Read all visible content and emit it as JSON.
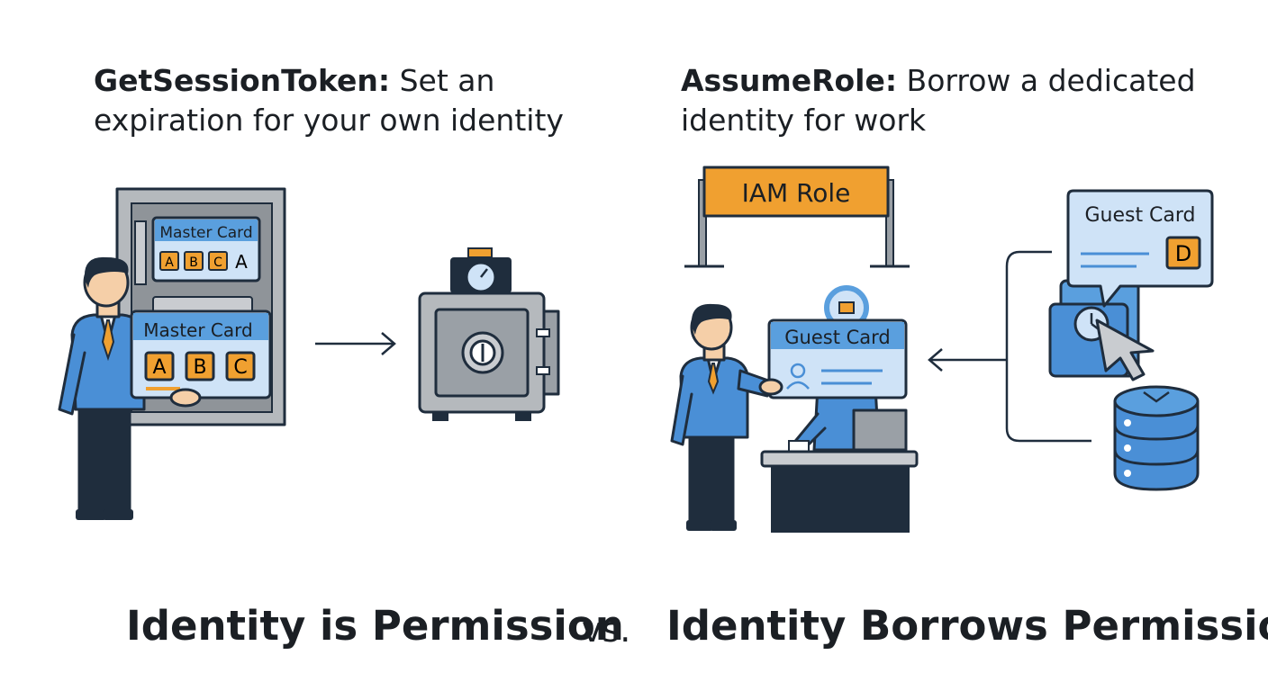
{
  "left": {
    "heading_term": "GetSessionToken:",
    "heading_text": " Set an expiration for your own identity",
    "back_card_label": "Master Card",
    "back_card_letters": [
      "A",
      "B",
      "C"
    ],
    "back_card_extra": "A",
    "front_card_label": "Master Card",
    "front_card_letters": [
      "A",
      "B",
      "C"
    ]
  },
  "right": {
    "heading_term": "AssumeRole:",
    "heading_text": " Borrow a dedicated identity for work",
    "sign_label": "IAM Role",
    "desk_card_label": "Guest Card",
    "bubble_card_label": "Guest Card",
    "bubble_card_letter": "D"
  },
  "bottom": {
    "left_text": "Identity is Permission",
    "vs_text": "vs.",
    "right_text": "Identity Borrows Permission"
  },
  "colors": {
    "accent_orange": "#f0a030",
    "card_blue": "#cfe3f7",
    "card_header_blue": "#5a9fde",
    "shirt_blue": "#4a8fd6",
    "dark_navy": "#1f2d3d",
    "metal_gray": "#9aa0a6"
  }
}
